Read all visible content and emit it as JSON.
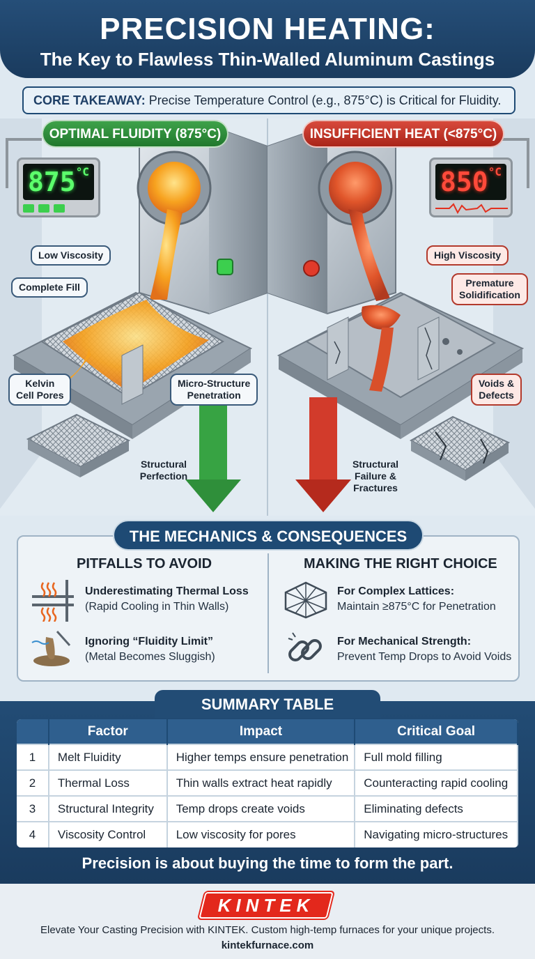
{
  "header": {
    "title": "PRECISION HEATING:",
    "subtitle": "The Key to Flawless Thin-Walled Aluminum Castings"
  },
  "takeaway": {
    "label": "CORE TAKEAWAY:",
    "text": "Precise Temperature Control (e.g., 875°C) is Critical for Fluidity."
  },
  "left_panel": {
    "badge": "OPTIMAL FLUIDITY (875°C)",
    "display_value": "875",
    "display_unit": "°C",
    "callouts": {
      "low_viscosity": "Low Viscosity",
      "complete_fill": "Complete Fill",
      "kelvin_line1": "Kelvin",
      "kelvin_line2": "Cell Pores",
      "micro_line1": "Micro-Structure",
      "micro_line2": "Penetration"
    },
    "result_line1": "Structural",
    "result_line2": "Perfection"
  },
  "right_panel": {
    "badge": "INSUFFICIENT HEAT (<875°C)",
    "display_value": "850",
    "display_unit": "°C",
    "callouts": {
      "high_viscosity": "High Viscosity",
      "premature_line1": "Premature",
      "premature_line2": "Solidification",
      "voids_line1": "Voids &",
      "voids_line2": "Defects"
    },
    "result_line1": "Structural",
    "result_line2": "Failure &",
    "result_line3": "Fractures"
  },
  "mechanics": {
    "title": "THE MECHANICS & CONSEQUENCES",
    "pitfalls": {
      "title": "PITFALLS TO AVOID",
      "items": [
        {
          "title": "Underestimating Thermal Loss",
          "sub": "(Rapid Cooling in Thin Walls)",
          "icon": "heat-loss-icon"
        },
        {
          "title": "Ignoring “Fluidity Limit”",
          "sub": "(Metal Becomes Sluggish)",
          "icon": "sluggish-metal-icon"
        }
      ]
    },
    "choices": {
      "title": "MAKING THE RIGHT CHOICE",
      "items": [
        {
          "title": "For Complex Lattices:",
          "sub": "Maintain ≥875°C for Penetration",
          "icon": "lattice-icon"
        },
        {
          "title": "For Mechanical Strength:",
          "sub": "Prevent Temp Drops to Avoid Voids",
          "icon": "chain-link-icon"
        }
      ]
    }
  },
  "summary": {
    "title": "SUMMARY TABLE",
    "headers": [
      "",
      "Factor",
      "Impact",
      "Critical Goal"
    ],
    "rows": [
      [
        "1",
        "Melt Fluidity",
        "Higher temps ensure penetration",
        "Full mold filling"
      ],
      [
        "2",
        "Thermal Loss",
        "Thin walls extract heat rapidly",
        "Counteracting rapid cooling"
      ],
      [
        "3",
        "Structural Integrity",
        "Temp drops create voids",
        "Eliminating defects"
      ],
      [
        "4",
        "Viscosity Control",
        "Low viscosity for pores",
        "Navigating micro-structures"
      ]
    ],
    "tagline": "Precision is about buying the time to form the part."
  },
  "footer": {
    "logo": "KINTEK",
    "text": "Elevate Your Casting Precision with KINTEK. Custom high-temp furnaces for your unique projects.",
    "url": "kintekfurnace.com"
  },
  "colors": {
    "navy": "#1e4a74",
    "green": "#2f8f3a",
    "red": "#c0392b",
    "molten_good": "#f39a1e",
    "molten_bad": "#e0552a",
    "brand_red": "#e3281c"
  }
}
